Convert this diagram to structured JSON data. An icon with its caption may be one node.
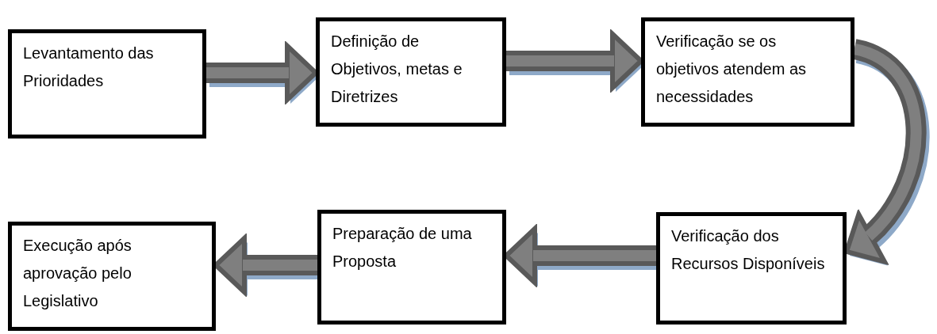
{
  "diagram": {
    "nodes": [
      {
        "text": [
          "Levantamento das Prioridades"
        ]
      },
      {
        "text": [
          "Definição de Objetivos, metas e Diretrizes"
        ]
      },
      {
        "text": [
          "Verificação se os objetivos atendem as necessidades"
        ]
      },
      {
        "text": [
          "Verificação dos Recursos Disponíveis"
        ]
      },
      {
        "text": [
          "Preparação de uma Proposta"
        ]
      },
      {
        "text": [
          "Execução após aprovação pelo Legislativo"
        ]
      }
    ],
    "edges": [
      {
        "from": 0,
        "to": 1,
        "arrow": "to"
      },
      {
        "from": 1,
        "to": 2,
        "arrow": "to"
      },
      {
        "from": 2,
        "to": 3,
        "arrow": "to"
      },
      {
        "from": 3,
        "to": 4,
        "arrow": "to"
      },
      {
        "from": 4,
        "to": 5,
        "arrow": "to"
      }
    ]
  }
}
